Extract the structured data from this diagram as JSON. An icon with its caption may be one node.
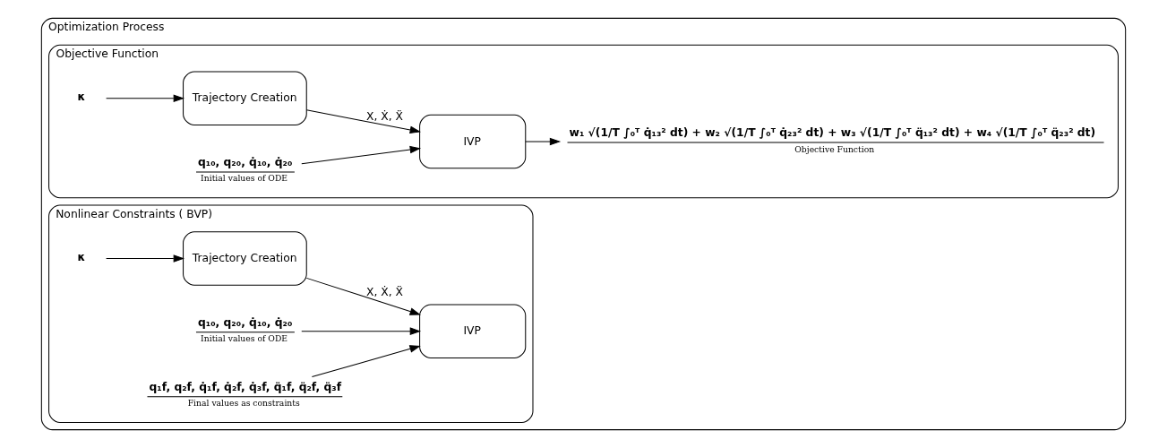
{
  "diagram": {
    "nodes": [
      {
        "text": [
          "Optimization Process"
        ]
      },
      {
        "text": [
          "Objective Function"
        ],
        "in": 0
      },
      {
        "text": [
          "κ"
        ],
        "in": 1
      },
      {
        "text": [
          "Trajectory Creation"
        ],
        "in": 1
      },
      {
        "text": [
          "IVP"
        ],
        "in": 1
      },
      {
        "text": [
          "q₁₀, q₂₀, q̇₁₀, q̇₂₀",
          "Initial values of ODE"
        ],
        "in": 1
      },
      {
        "text": [
          "w₁ √(1/T ∫₀ᵀ q̇₁₃² dt) + w₂ √(1/T ∫₀ᵀ q̇₂₃² dt) + w₃ √(1/T ∫₀ᵀ q̈₁₃² dt) + w₄ √(1/T ∫₀ᵀ q̈₂₃² dt)",
          "Objective Function"
        ],
        "in": 1
      },
      {
        "text": [
          "Nonlinear Constraints ( BVP)"
        ],
        "in": 0
      },
      {
        "text": [
          "κ"
        ],
        "in": 7
      },
      {
        "text": [
          "Trajectory Creation"
        ],
        "in": 7
      },
      {
        "text": [
          "IVP"
        ],
        "in": 7
      },
      {
        "text": [
          "q₁₀, q₂₀, q̇₁₀, q̇₂₀",
          "Initial values of ODE"
        ],
        "in": 7
      },
      {
        "text": [
          "q₁f, q₂f, q̇₁f, q̇₂f, q̇₃f, q̈₁f, q̈₂f, q̈₃f",
          "Final values as constraints"
        ],
        "in": 7
      }
    ],
    "edges": [
      {
        "from": 2,
        "to": 3,
        "arrow": "to"
      },
      {
        "from": 3,
        "to": 4,
        "arrow": "to",
        "label": "X, Ẋ, Ẍ"
      },
      {
        "from": 5,
        "to": 4,
        "arrow": "to"
      },
      {
        "from": 4,
        "to": 6,
        "arrow": "to"
      },
      {
        "from": 8,
        "to": 9,
        "arrow": "to"
      },
      {
        "from": 9,
        "to": 10,
        "arrow": "to",
        "label": "X, Ẋ, Ẍ"
      },
      {
        "from": 11,
        "to": 10,
        "arrow": "to"
      },
      {
        "from": 12,
        "to": 10,
        "arrow": "to"
      }
    ]
  }
}
